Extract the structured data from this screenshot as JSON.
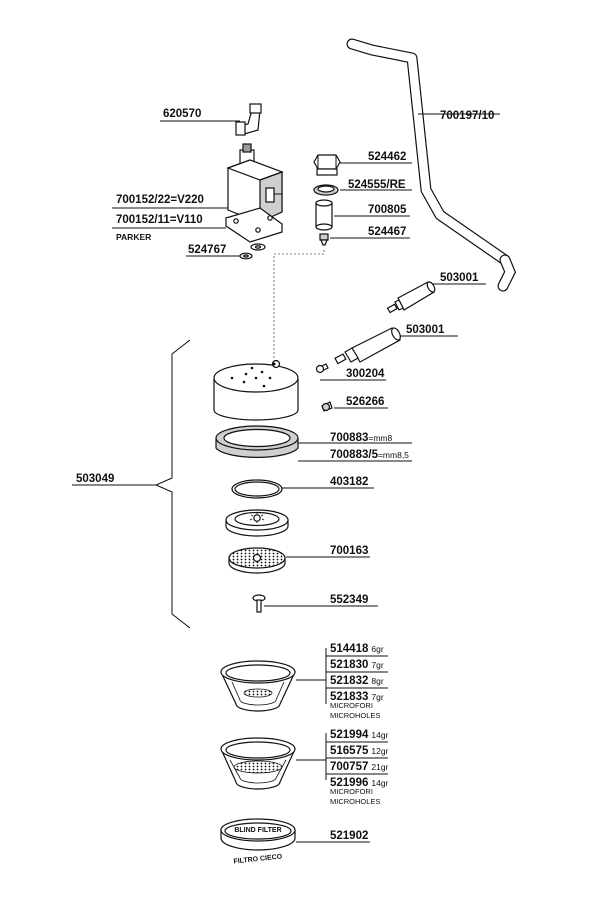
{
  "parts": {
    "p620570": "620570",
    "p700197": "700197/10",
    "p524462": "524462",
    "p524555": "524555/RE",
    "p700805": "700805",
    "p524467": "524467",
    "p700152_220": "700152/22=V220",
    "p700152_110": "700152/11=V110",
    "parker": "PARKER",
    "p524767": "524767",
    "p503001_a": "503001",
    "p503001_b": "503001",
    "p300204": "300204",
    "p526266": "526266",
    "p700883": "700883",
    "p700883_sub": "=mm8",
    "p700883_5": "700883/5",
    "p700883_5_sub": "=mm8,5",
    "p503049": "503049",
    "p403182": "403182",
    "p700163": "700163",
    "p552349": "552349",
    "p521902": "521902"
  },
  "filters_single": [
    {
      "code": "514418",
      "weight": "6gr"
    },
    {
      "code": "521830",
      "weight": "7gr"
    },
    {
      "code": "521832",
      "weight": "8gr"
    },
    {
      "code": "521833",
      "weight": "7gr"
    }
  ],
  "filters_single_note": [
    "MICROFORI",
    "MICROHOLES"
  ],
  "filters_double": [
    {
      "code": "521994",
      "weight": "14gr"
    },
    {
      "code": "516575",
      "weight": "12gr"
    },
    {
      "code": "700757",
      "weight": "21gr"
    },
    {
      "code": "521996",
      "weight": "14gr"
    }
  ],
  "filters_double_note": [
    "MICROFORI",
    "MICROHOLES"
  ],
  "blind_filter": {
    "top_text": "BLIND FILTER",
    "bottom_text": "FILTRO CIECO"
  }
}
